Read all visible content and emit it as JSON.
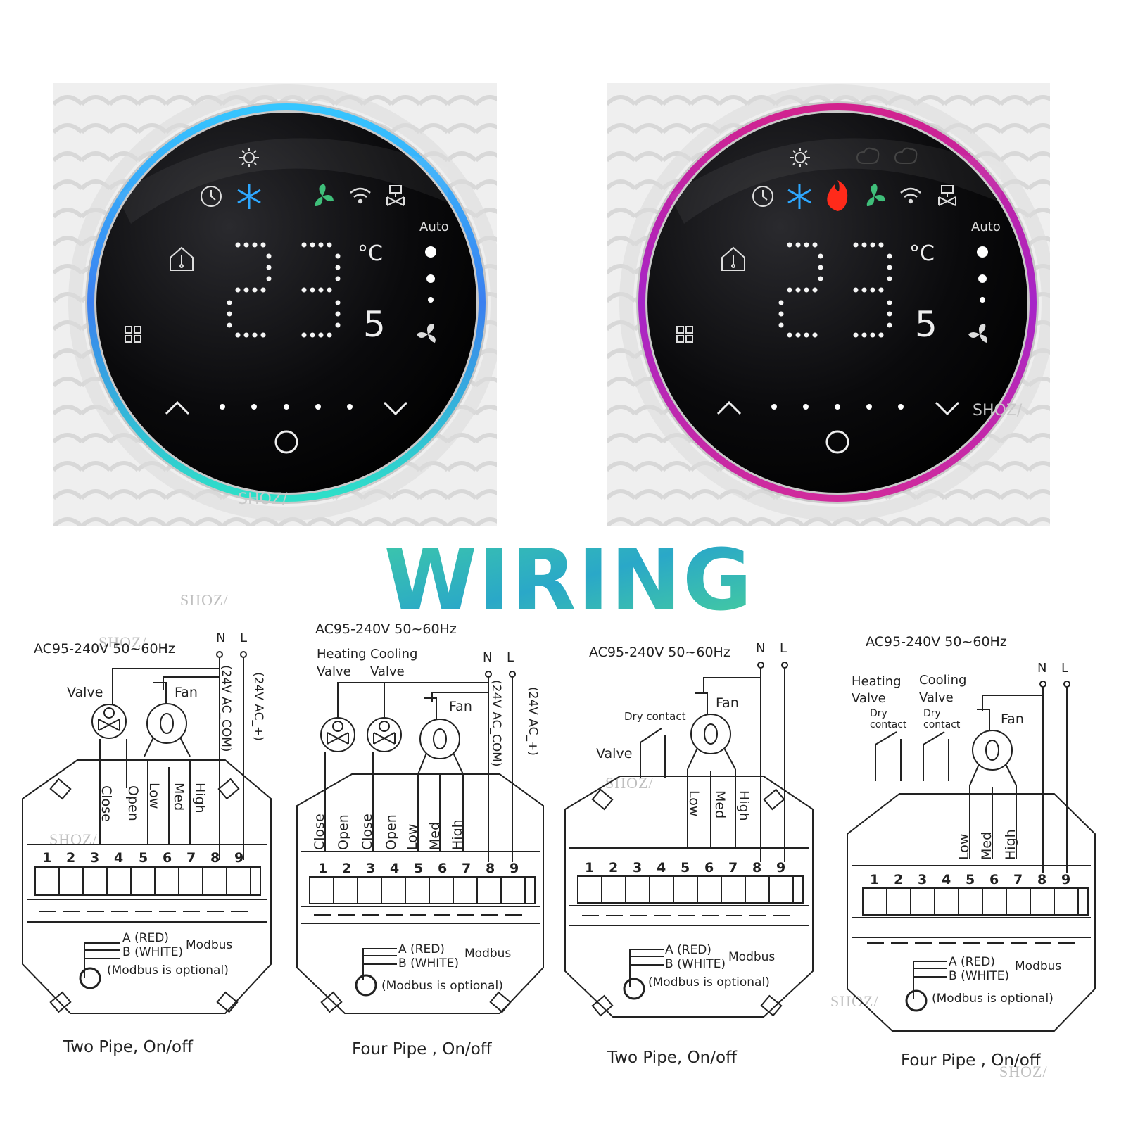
{
  "thermostats": [
    {
      "ring_colors": [
        "#36c6ff",
        "#3b7ff0",
        "#2ee0c8"
      ],
      "temperature_display": "23",
      "unit": "°C",
      "small_digit": "5",
      "mode_label": "Auto",
      "icons": [
        "sun-icon",
        "clock-icon",
        "snowflake-icon",
        "fan-icon",
        "wifi-icon",
        "valve-icon",
        "home-temp-icon",
        "menu-icon",
        "fan-speed-icon",
        "up-arrow-icon",
        "down-arrow-icon",
        "power-icon"
      ],
      "watermark": "SHOZ/"
    },
    {
      "ring_colors": [
        "#d2238e",
        "#a625c8",
        "#d02a9c"
      ],
      "temperature_display": "23",
      "unit": "°C",
      "small_digit": "5",
      "mode_label": "Auto",
      "icons": [
        "sun-icon",
        "cloud-icon",
        "cloud-rain-icon",
        "clock-icon",
        "snowflake-icon",
        "flame-icon",
        "fan-icon",
        "wifi-icon",
        "valve-icon",
        "home-temp-icon",
        "menu-icon",
        "fan-speed-icon",
        "up-arrow-icon",
        "down-arrow-icon",
        "power-icon"
      ],
      "watermark": "SHOZ/"
    }
  ],
  "wiring_title": "WIRING",
  "diagrams": [
    {
      "supply": "AC95-240V  50~60Hz",
      "n": "N",
      "l": "L",
      "ac_com": "(24V AC_COM)",
      "ac_plus": "(24V AC_+)",
      "valve": "Valve",
      "fan": "Fan",
      "terminal_labels": [
        "Close",
        "Open",
        "Low",
        "Med",
        "High"
      ],
      "terminals": [
        "1",
        "2",
        "3",
        "4",
        "5",
        "6",
        "7",
        "8",
        "9"
      ],
      "modbus_a": "A (RED)",
      "modbus_b": "B (WHITE)",
      "modbus": "Modbus",
      "modbus_note": "(Modbus is optional)",
      "caption": "Two Pipe, On/off"
    },
    {
      "supply": "AC95-240V  50~60Hz",
      "n": "N",
      "l": "L",
      "ac_com": "(24V AC_COM)",
      "ac_plus": "(24V AC_+)",
      "heating_valve": "Heating\nValve",
      "cooling_valve": "Cooling\nValve",
      "fan": "Fan",
      "terminal_labels": [
        "Close",
        "Open",
        "Close",
        "Open",
        "Low",
        "Med",
        "High"
      ],
      "terminals": [
        "1",
        "2",
        "3",
        "4",
        "5",
        "6",
        "7",
        "8",
        "9"
      ],
      "modbus_a": "A (RED)",
      "modbus_b": "B (WHITE)",
      "modbus": "Modbus",
      "modbus_note": "(Modbus is optional)",
      "caption": "Four Pipe , On/off"
    },
    {
      "supply": "AC95-240V  50~60Hz",
      "n": "N",
      "l": "L",
      "dry_contact": "Dry contact",
      "valve": "Valve",
      "fan": "Fan",
      "terminal_labels": [
        "Low",
        "Med",
        "High"
      ],
      "terminals": [
        "1",
        "2",
        "3",
        "4",
        "5",
        "6",
        "7",
        "8",
        "9"
      ],
      "modbus_a": "A (RED)",
      "modbus_b": "B (WHITE)",
      "modbus": "Modbus",
      "modbus_note": "(Modbus is optional)",
      "caption": "Two Pipe, On/off"
    },
    {
      "supply": "AC95-240V  50~60Hz",
      "n": "N",
      "l": "L",
      "heating_valve": "Heating\nValve",
      "cooling_valve": "Cooling\nValve",
      "dry_contact": "Dry\ncontact",
      "fan": "Fan",
      "terminal_labels": [
        "Low",
        "Med",
        "High"
      ],
      "terminals": [
        "1",
        "2",
        "3",
        "4",
        "5",
        "6",
        "7",
        "8",
        "9"
      ],
      "modbus_a": "A (RED)",
      "modbus_b": "B (WHITE)",
      "modbus": "Modbus",
      "modbus_note": "(Modbus is optional)",
      "caption": "Four Pipe , On/off"
    }
  ],
  "watermark": "SHOZ/"
}
